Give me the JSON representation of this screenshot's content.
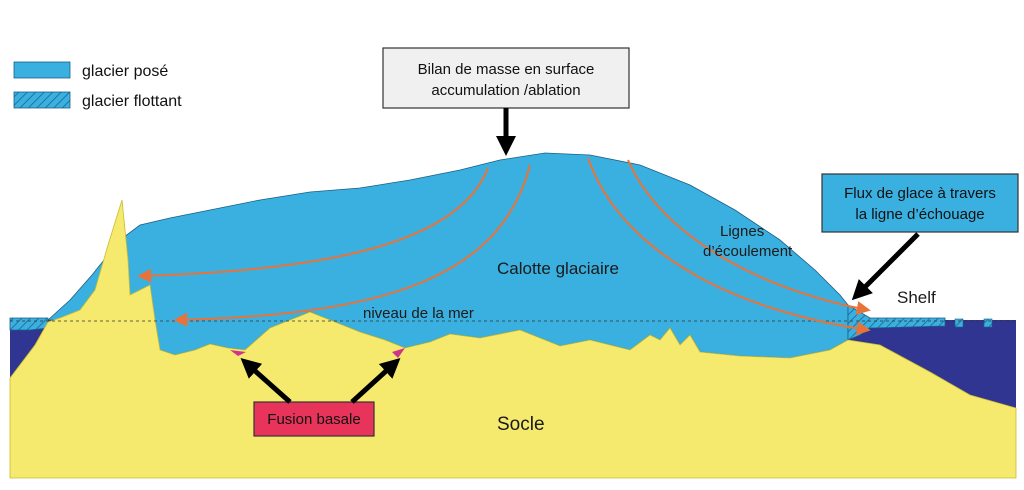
{
  "legend": {
    "grounded": "glacier posé",
    "floating": "glacier flottant"
  },
  "callouts": {
    "mass_balance_line1": "Bilan de masse en surface",
    "mass_balance_line2": "accumulation /ablation",
    "grounding_flux_line1": "Flux de glace à travers",
    "grounding_flux_line2": "la ligne d’échouage",
    "basal_melt": "Fusion basale"
  },
  "labels": {
    "ice_cap": "Calotte glaciaire",
    "flow_lines_1": "Lignes",
    "flow_lines_2": "d’écoulement",
    "sea_level": "niveau de la mer",
    "shelf": "Shelf",
    "bedrock": "Socle"
  },
  "colors": {
    "ice": "#3ab0e0",
    "bedrock": "#f5ea6e",
    "ocean": "#2f3590",
    "flow_arrow": "#e8733a",
    "melt_box": "#e8335b",
    "callout_box_gray": "#f0f0f0",
    "callout_box_blue": "#3ab0e0"
  },
  "icons": {
    "legend_grounded": "solid-swatch-icon",
    "legend_floating": "hatched-swatch-icon"
  }
}
